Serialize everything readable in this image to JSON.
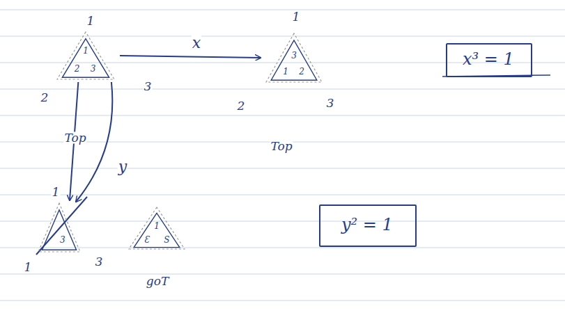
{
  "diagram": {
    "nodes": [
      {
        "text": [
          "1",
          "2",
          "3"
        ]
      },
      {
        "text": [
          "3",
          "1",
          "2"
        ]
      },
      {
        "text": [
          "3"
        ]
      },
      {
        "text": [
          "1",
          "Ɛ",
          "S"
        ]
      },
      {
        "text": [
          "x³ = 1"
        ]
      },
      {
        "text": [
          "y² = 1"
        ]
      }
    ],
    "edges": [
      {
        "from": 0,
        "to": 1,
        "label": "x",
        "arrow": "to"
      },
      {
        "from": 0,
        "to": 2,
        "arrow": "to"
      },
      {
        "from": 0,
        "to": 2,
        "label": "y",
        "arrow": "to"
      }
    ],
    "labels": [
      "1",
      "2",
      "3",
      "Top",
      "1",
      "2",
      "3",
      "Top",
      "1",
      "1",
      "3",
      "goT"
    ]
  }
}
